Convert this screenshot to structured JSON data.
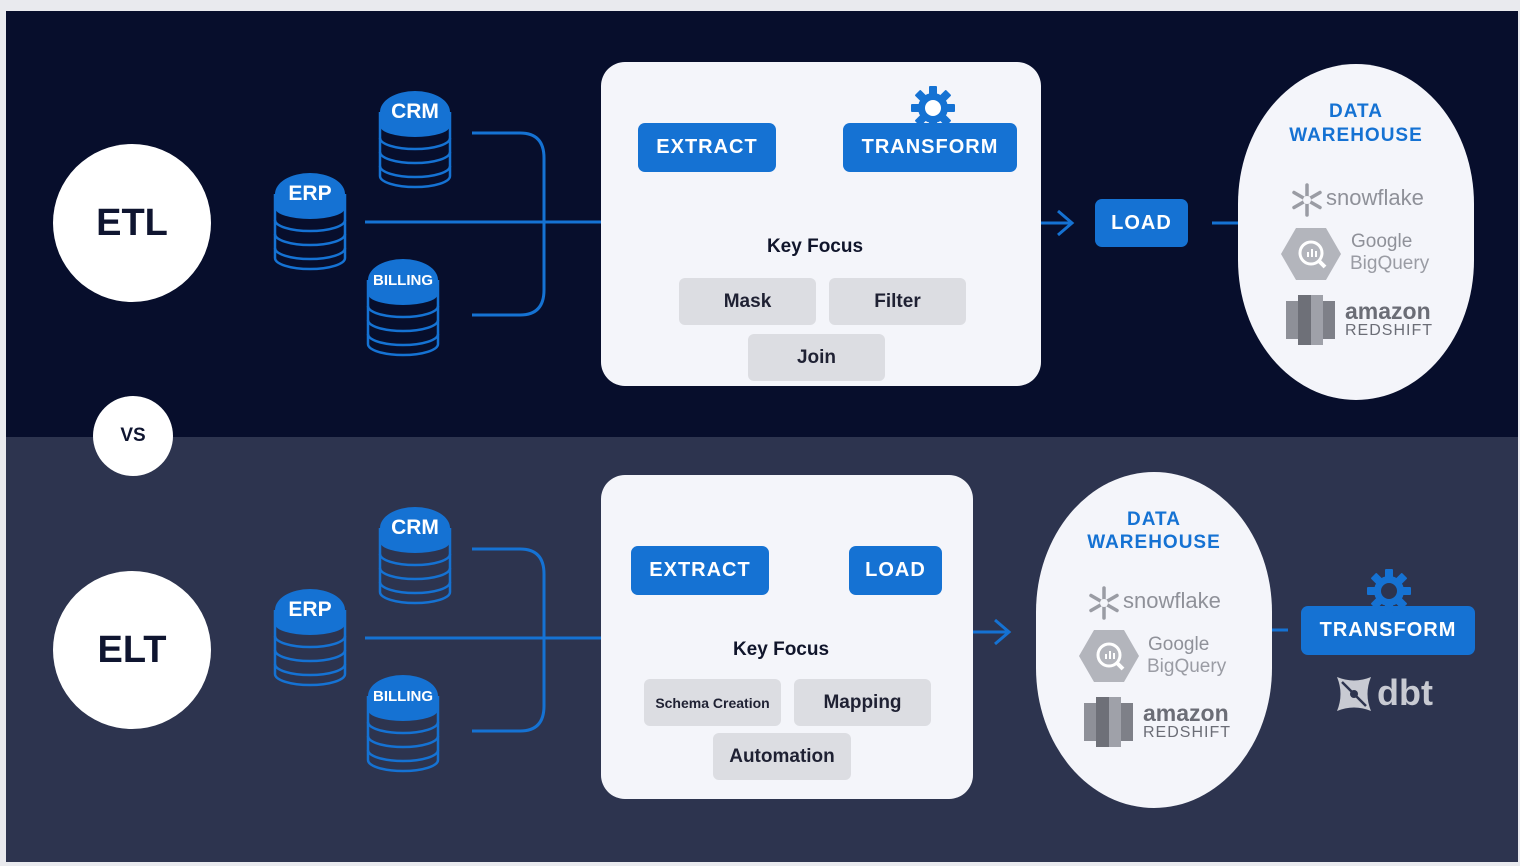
{
  "etl": {
    "title": "ETL",
    "sources": {
      "crm": "CRM",
      "erp": "ERP",
      "billing": "BILLING"
    },
    "extract": "EXTRACT",
    "transform": "TRANSFORM",
    "key_focus": "Key Focus",
    "focus_items": [
      "Mask",
      "Filter",
      "Join"
    ],
    "load": "LOAD",
    "warehouse_title_1": "DATA",
    "warehouse_title_2": "WAREHOUSE",
    "logos": {
      "snowflake": "snowflake",
      "google": "Google",
      "bigquery": "BigQuery",
      "amazon": "amazon",
      "redshift": "REDSHIFT"
    }
  },
  "vs": "VS",
  "elt": {
    "title": "ELT",
    "sources": {
      "crm": "CRM",
      "erp": "ERP",
      "billing": "BILLING"
    },
    "extract": "EXTRACT",
    "load": "LOAD",
    "key_focus": "Key Focus",
    "focus_items": [
      "Schema Creation",
      "Mapping",
      "Automation"
    ],
    "warehouse_title_1": "DATA",
    "warehouse_title_2": "WAREHOUSE",
    "logos": {
      "snowflake": "snowflake",
      "google": "Google",
      "bigquery": "BigQuery",
      "amazon": "amazon",
      "redshift": "REDSHIFT"
    },
    "transform": "TRANSFORM",
    "dbt": "dbt"
  },
  "colors": {
    "top_bg": "#070e2c",
    "bottom_bg": "#2d344f",
    "accent": "#1572d3",
    "card": "#f4f5fa",
    "chip": "#dcdde2"
  },
  "icons": [
    "database-icon",
    "gear-icon",
    "arrow-right-icon",
    "snowflake-icon",
    "bigquery-icon",
    "redshift-icon",
    "dbt-icon"
  ]
}
